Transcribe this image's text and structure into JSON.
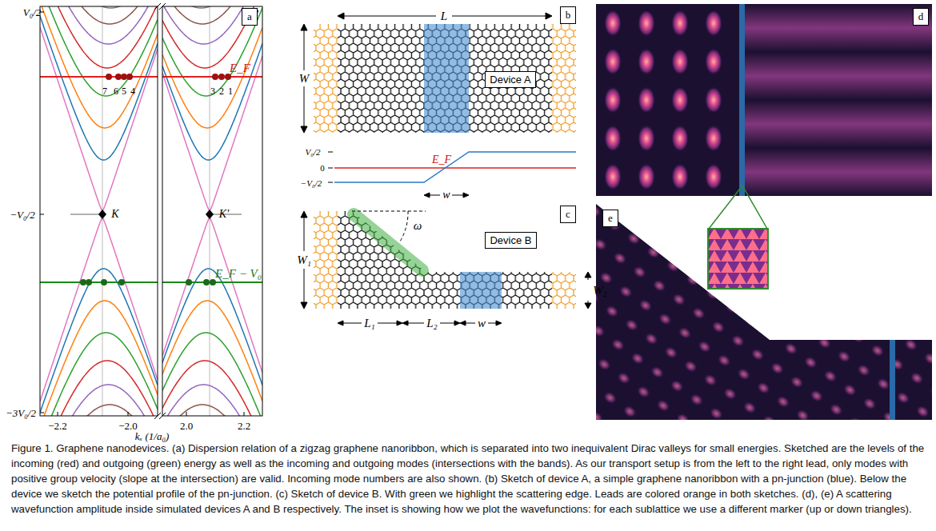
{
  "diagram": {
    "caption": "Figure 1. Graphene nanodevices. (a) Dispersion relation of a zigzag graphene nanoribbon, which is separated into two inequivalent Dirac valleys for small energies. Sketched are the levels of the incoming (red) and outgoing (green) energy as well as the incoming and outgoing modes (intersections with the bands). As our transport setup is from the left to the right lead, only modes with positive group velocity (slope at the intersection) are valid. Incoming mode numbers are also shown. (b) Sketch of device A, a simple graphene nanoribbon with a pn-junction (blue). Below the device we sketch the potential profile of the pn-junction. (c) Sketch of device B. With green we highlight the scattering edge. Leads are colored orange in both sketches. (d), (e) A scattering wavefunction amplitude inside simulated devices A and B respectively. The inset is showing how we plot the wavefunctions: for each sublattice we use a different marker (up or down triangles).",
    "nodes": [
      {
        "text": [
          "a"
        ]
      },
      {
        "text": [
          "b"
        ]
      },
      {
        "text": [
          "Device A"
        ]
      },
      {
        "text": [
          "c"
        ]
      },
      {
        "text": [
          "Device B"
        ]
      },
      {
        "text": [
          "d"
        ]
      },
      {
        "text": [
          "e"
        ]
      }
    ],
    "labels": [
      "V₀/2",
      "V₀/2",
      "−V₀/2",
      "−3V₀/2",
      "E_F",
      "E_F − V₀",
      "7",
      "6",
      "5",
      "4",
      "3",
      "2",
      "1",
      "K",
      "K′",
      "−2.2",
      "−2.0",
      "2.0",
      "2.2",
      "kₓ (1/a₀)",
      "L",
      "W",
      "V₀/2",
      "0",
      "−V₀/2",
      "E_F",
      "w",
      "W₁",
      "ω",
      "W₂",
      "L₁",
      "L₂",
      "w"
    ]
  }
}
